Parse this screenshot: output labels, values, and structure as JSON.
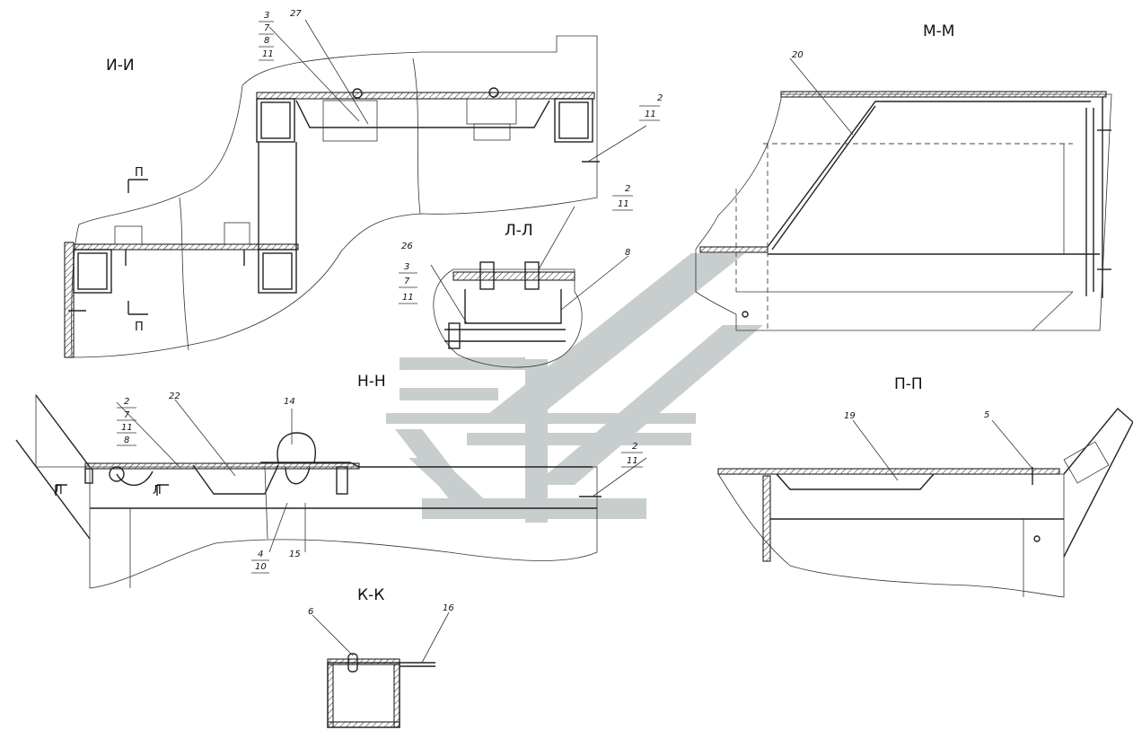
{
  "watermark": {
    "color": "#c6cbcc"
  },
  "sections": [
    {
      "id": "ii",
      "title": "И-И"
    },
    {
      "id": "mm",
      "title": "М-М"
    },
    {
      "id": "ll",
      "title": "Л-Л"
    },
    {
      "id": "nn",
      "title": "Н-Н"
    },
    {
      "id": "pp",
      "title": "П-П"
    },
    {
      "id": "kk",
      "title": "К-К"
    }
  ],
  "cut_markers": {
    "p_top": "П",
    "p_bottom": "П",
    "l_left": "Л",
    "l_right": "Л"
  },
  "callouts": {
    "ii_stack": [
      "3",
      "7",
      "8",
      "11"
    ],
    "ii_27": "27",
    "ii_right": [
      "2",
      "11"
    ],
    "mm_20": "20",
    "ll_26": "26",
    "ll_stack": [
      "3",
      "7",
      "11"
    ],
    "ll_top": [
      "2",
      "11"
    ],
    "ll_8": "8",
    "nn_stack": [
      "2",
      "7",
      "11",
      "8"
    ],
    "nn_22": "22",
    "nn_14": "14",
    "nn_right": [
      "2",
      "11"
    ],
    "nn_bottom": [
      "4",
      "10"
    ],
    "nn_15": "15",
    "pp_19": "19",
    "pp_5": "5",
    "kk_6": "6",
    "kk_16": "16"
  }
}
